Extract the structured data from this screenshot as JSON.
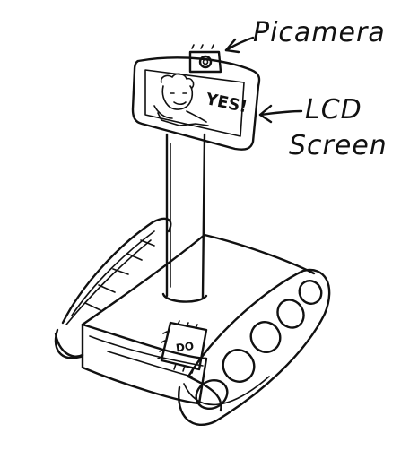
{
  "labels": {
    "camera": "Picamera",
    "lcd_line1": "LCD",
    "lcd_line2": "Screen"
  },
  "screen": {
    "text": "YES!"
  },
  "board": {
    "text": "DO"
  },
  "colors": {
    "ink": "#111111",
    "paper": "#ffffff"
  }
}
